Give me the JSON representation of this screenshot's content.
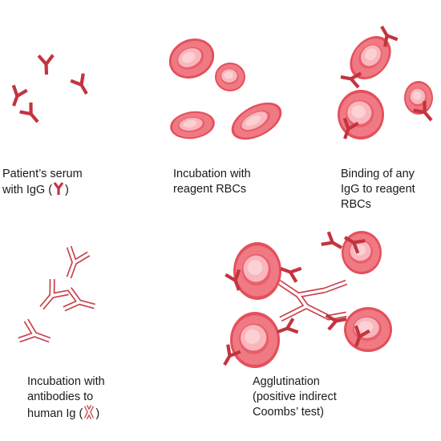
{
  "colors": {
    "igg": "#c2343f",
    "rbc_rim": "#e8505d",
    "rbc_fill": "#f47f88",
    "rbc_center": "#fac2c6",
    "anti_ig_outline": "#c8434e",
    "anti_ig_fill": "#ffffff",
    "text": "#1a1a1a"
  },
  "panels": {
    "serum": {
      "lines": [
        "Patient’s serum",
        "with IgG ("
      ],
      "suffix": ")",
      "icon": "igg-antibody-icon"
    },
    "incubation_rbcs": {
      "lines": [
        "Incubation with",
        "reagent RBCs"
      ]
    },
    "binding": {
      "lines": [
        "Binding of any",
        "IgG to reagent",
        "RBCs"
      ]
    },
    "anti_human": {
      "lines": [
        "Incubation with",
        "antibodies to",
        "human Ig ("
      ],
      "suffix": ")",
      "icon": "anti-human-ig-antibody-icon"
    },
    "agglutination": {
      "lines": [
        "Agglutination",
        "(positive indirect",
        "Coombs’ test)"
      ]
    }
  }
}
